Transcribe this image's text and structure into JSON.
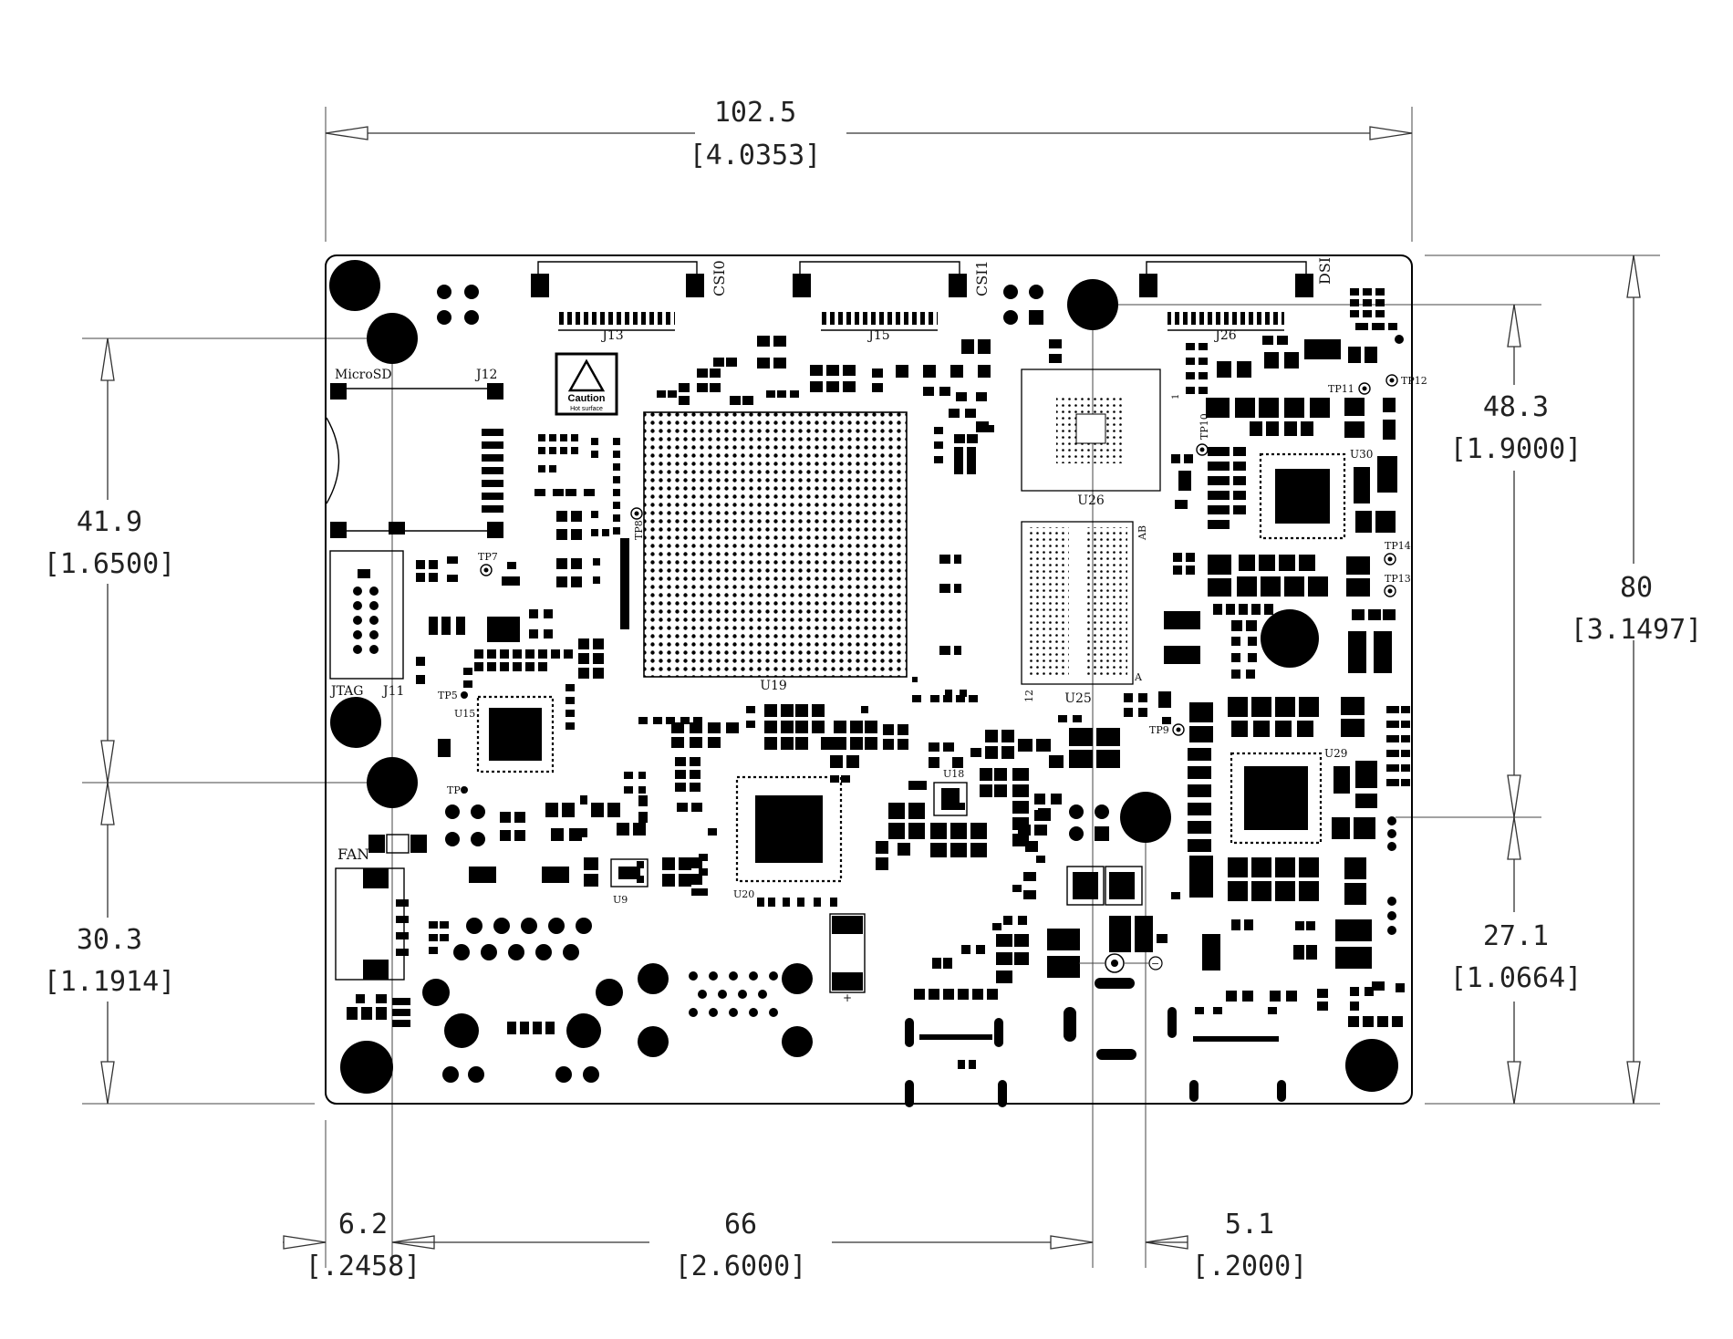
{
  "dimensions": {
    "overall_width": {
      "value": "102.5",
      "inch": "[4.0353]"
    },
    "overall_height": {
      "value": "80",
      "inch": "[3.1497]"
    },
    "left_upper": {
      "value": "41.9",
      "inch": "[1.6500]"
    },
    "left_lower": {
      "value": "30.3",
      "inch": "[1.1914]"
    },
    "right_upper": {
      "value": "48.3",
      "inch": "[1.9000]"
    },
    "right_lower": {
      "value": "27.1",
      "inch": "[1.0664]"
    },
    "bottom_left": {
      "value": "6.2",
      "inch": "[.2458]"
    },
    "bottom_middle": {
      "value": "66",
      "inch": "[2.6000]"
    },
    "bottom_right": {
      "value": "5.1",
      "inch": "[.2000]"
    }
  },
  "connectors": {
    "csi0": "CSI0",
    "csi1": "CSI1",
    "dsi": "DSI",
    "j13": "J13",
    "j15": "J15",
    "j26": "J26",
    "microsd": "MicroSD",
    "j12": "J12",
    "jtag": "JTAG",
    "j11": "J11",
    "fan": "FAN"
  },
  "components": {
    "u19": "U19",
    "u15": "U15",
    "u20": "U20",
    "u9": "U9",
    "u18": "U18",
    "u25": "U25",
    "u26": "U26",
    "u29": "U29",
    "u30": "U30"
  },
  "test_points": {
    "tp5": "TP5",
    "tp6": "TP6",
    "tp7": "TP7",
    "tp8": "TP8",
    "tp9": "TP9",
    "tp10": "TP10",
    "tp11": "TP11",
    "tp12": "TP12",
    "tp13": "TP13",
    "tp14": "TP14"
  },
  "caution_label": {
    "title": "Caution",
    "subtitle": "Hot surface"
  },
  "pin_labels": {
    "ab": "AB",
    "a": "A",
    "one": "1",
    "twelve": "12"
  },
  "polarity": {
    "plus": "+",
    "minus": "−"
  }
}
